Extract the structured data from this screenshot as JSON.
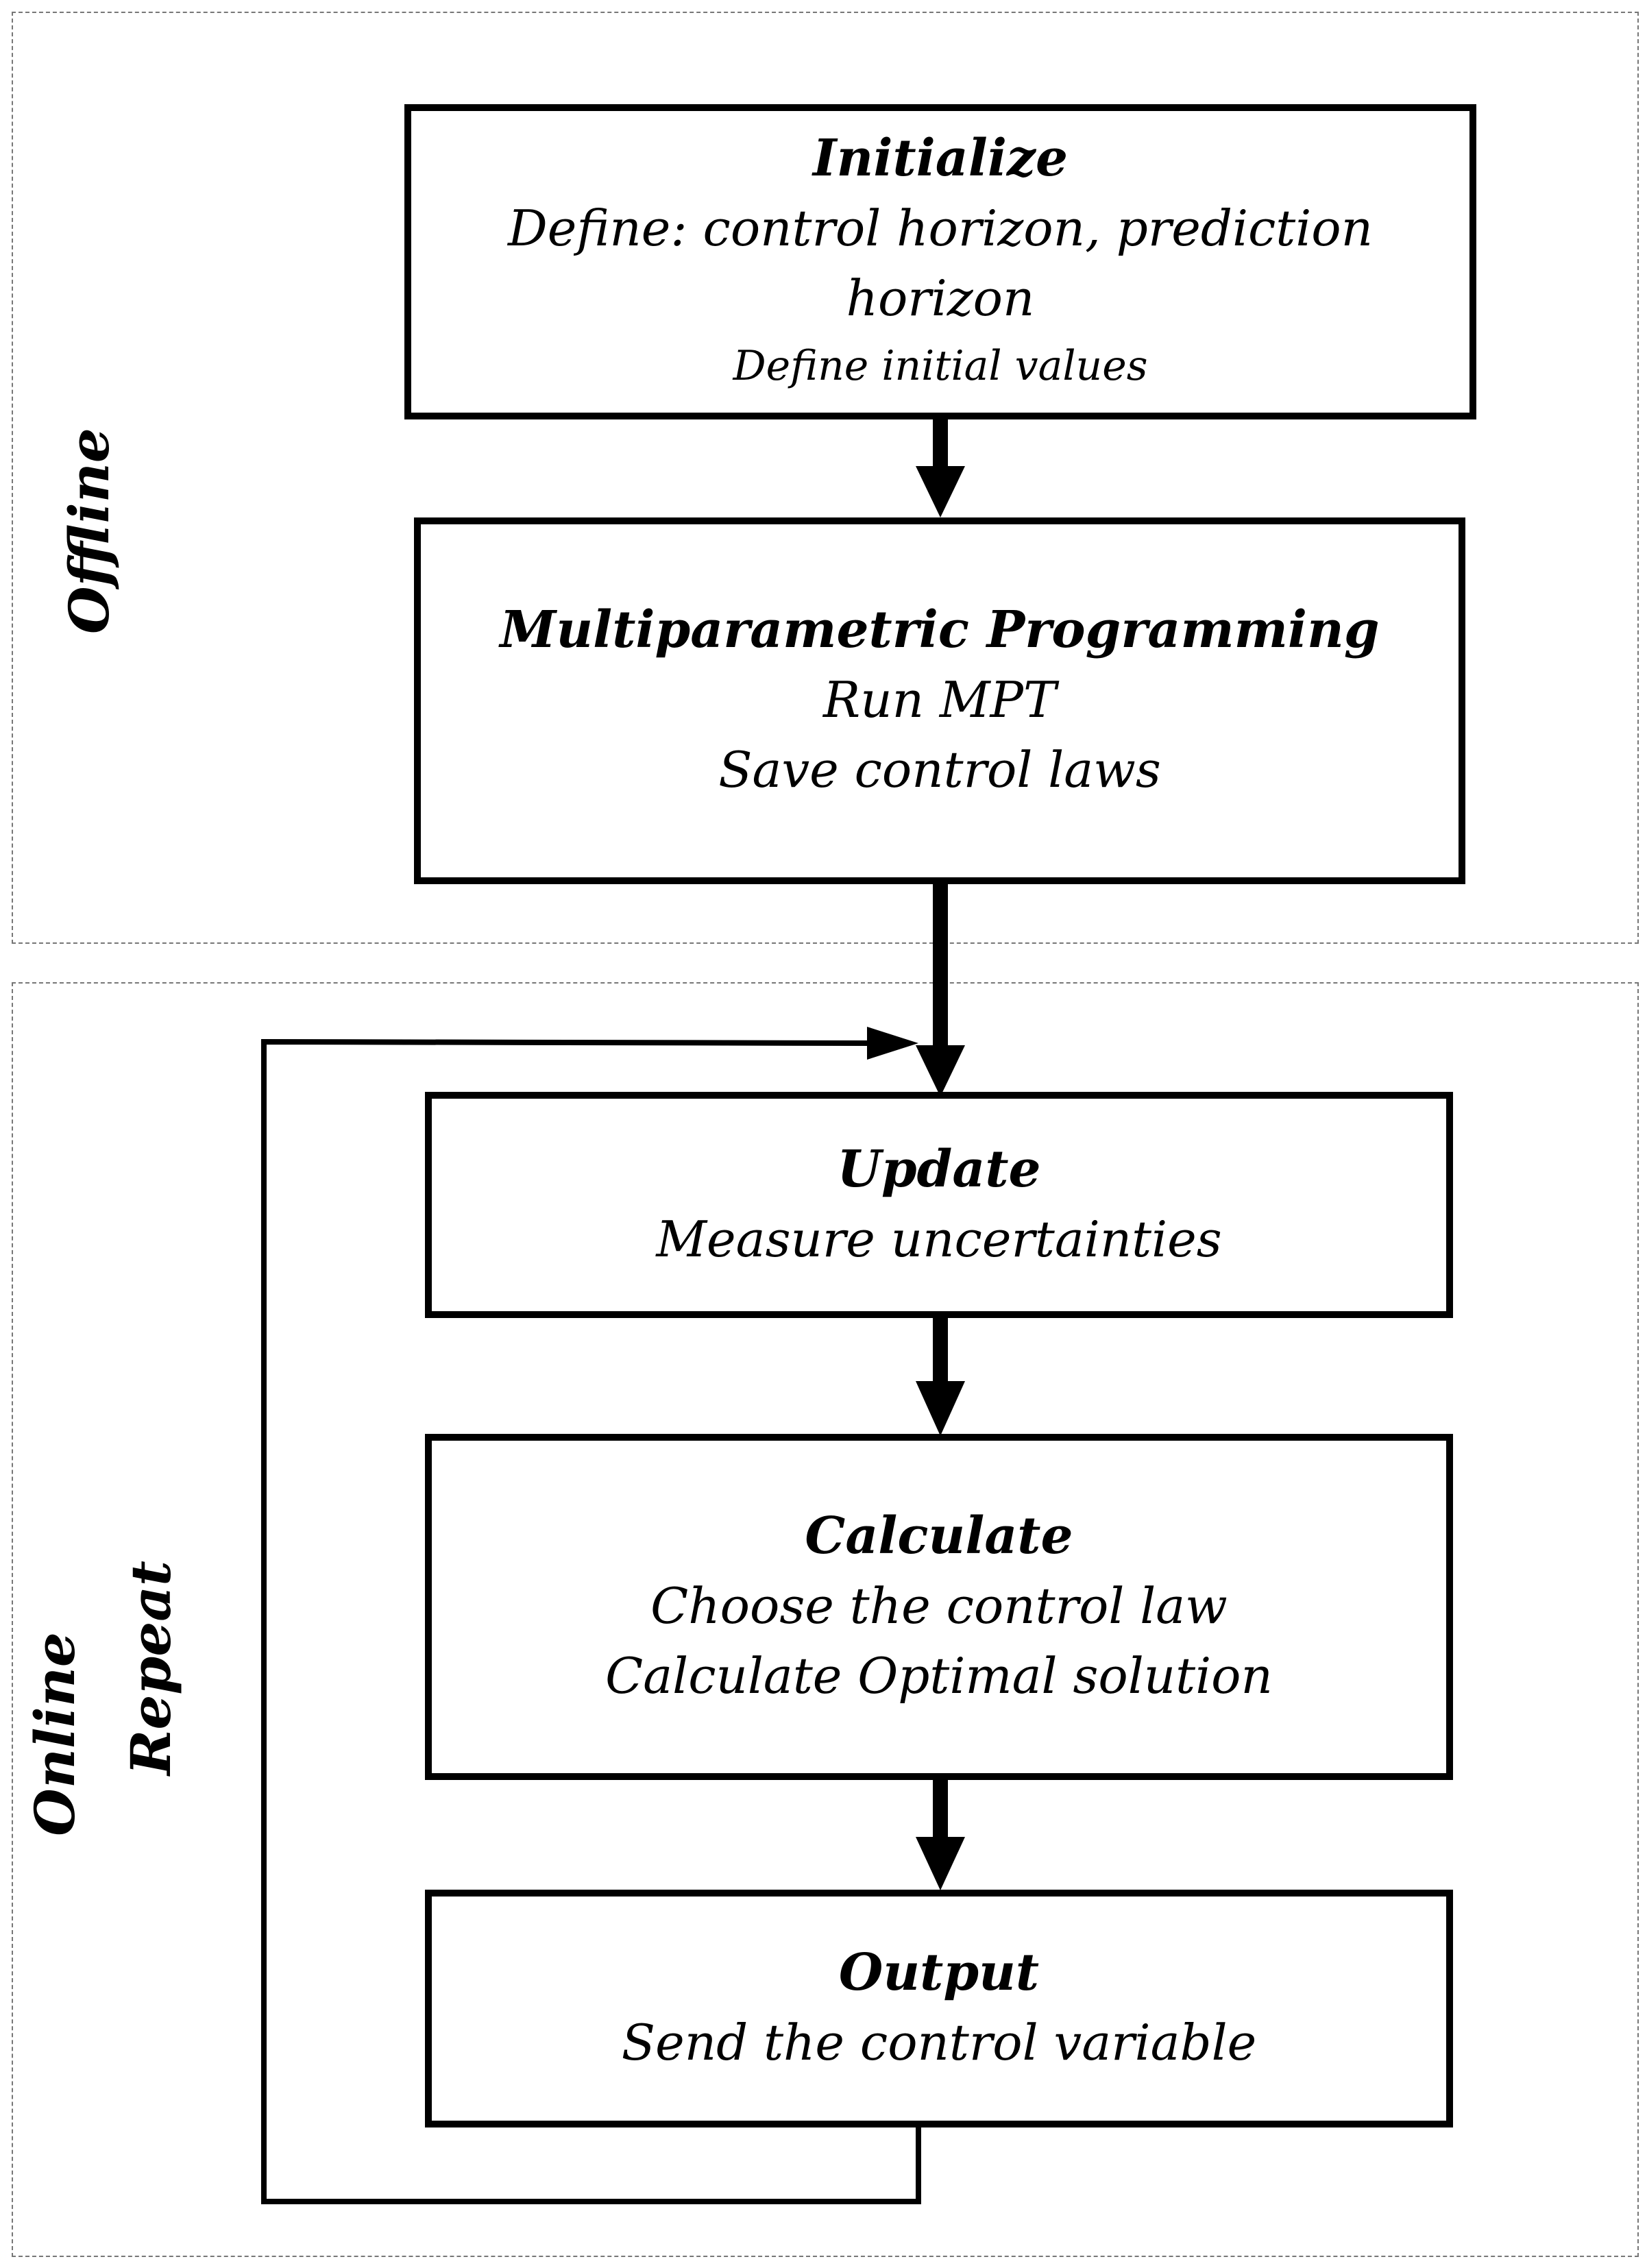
{
  "regions": {
    "offline_label": "Offline",
    "online_label": "Online",
    "loop_label": "Repeat"
  },
  "boxes": [
    {
      "title": "Initialize",
      "lines": [
        "Define: control horizon, prediction horizon",
        "Define initial values"
      ]
    },
    {
      "title": "Multiparametric Programming",
      "lines": [
        "Run MPT",
        "Save control laws"
      ]
    },
    {
      "title": "Update",
      "lines": [
        "Measure uncertainties"
      ]
    },
    {
      "title": "Calculate",
      "lines": [
        "Choose the control law",
        "Calculate Optimal solution"
      ]
    },
    {
      "title": "Output",
      "lines": [
        "Send the control variable"
      ]
    }
  ]
}
